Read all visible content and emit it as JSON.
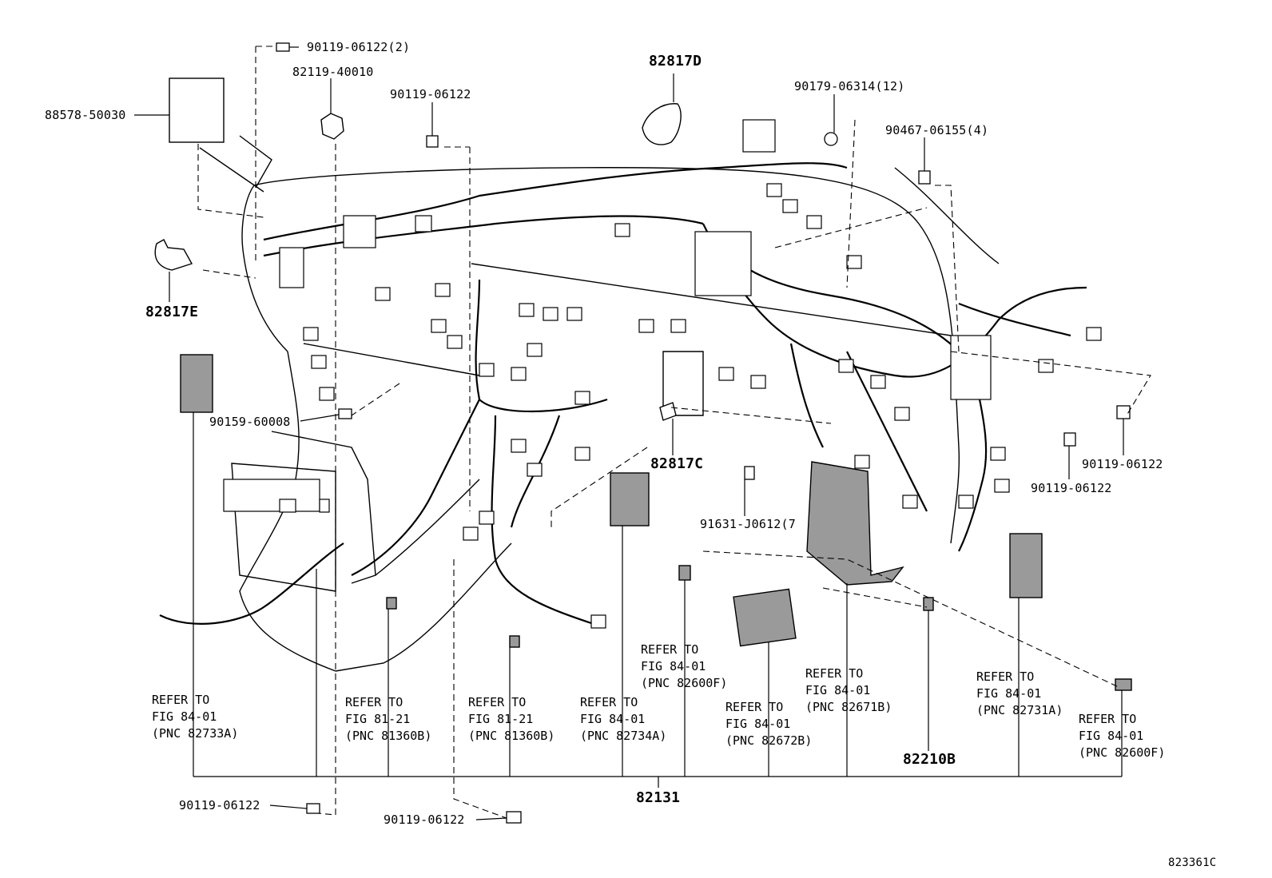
{
  "diagram_id": "823361C",
  "parts": {
    "p88578": "88578-50030",
    "p90119_2": "90119-06122(2)",
    "p82119": "82119-40010",
    "p90119_top": "90119-06122",
    "p82817D": "82817D",
    "p90179": "90179-06314(12)",
    "p90467": "90467-06155(4)",
    "p82817E": "82817E",
    "p90159": "90159-60008",
    "p82817C": "82817C",
    "p90119_r1": "90119-06122",
    "p90119_r2": "90119-06122",
    "p91631": "91631-J0612(7",
    "p82210B": "82210B",
    "p82131": "82131",
    "p90119_b1": "90119-06122",
    "p90119_b2": "90119-06122"
  },
  "refs": [
    {
      "l1": "REFER TO",
      "l2": "FIG 84-01",
      "l3": "(PNC 82733A)"
    },
    {
      "l1": "REFER TO",
      "l2": "FIG 81-21",
      "l3": "(PNC 81360B)"
    },
    {
      "l1": "REFER TO",
      "l2": "FIG 81-21",
      "l3": "(PNC 81360B)"
    },
    {
      "l1": "REFER TO",
      "l2": "FIG 84-01",
      "l3": "(PNC 82734A)"
    },
    {
      "l1": "REFER TO",
      "l2": "FIG 84-01",
      "l3": "(PNC 82600F)"
    },
    {
      "l1": "REFER TO",
      "l2": "FIG 84-01",
      "l3": "(PNC 82672B)"
    },
    {
      "l1": "REFER TO",
      "l2": "FIG 84-01",
      "l3": "(PNC 82671B)"
    },
    {
      "l1": "REFER TO",
      "l2": "FIG 84-01",
      "l3": "(PNC 82731A)"
    },
    {
      "l1": "REFER TO",
      "l2": "FIG 84-01",
      "l3": "(PNC 82600F)"
    }
  ]
}
